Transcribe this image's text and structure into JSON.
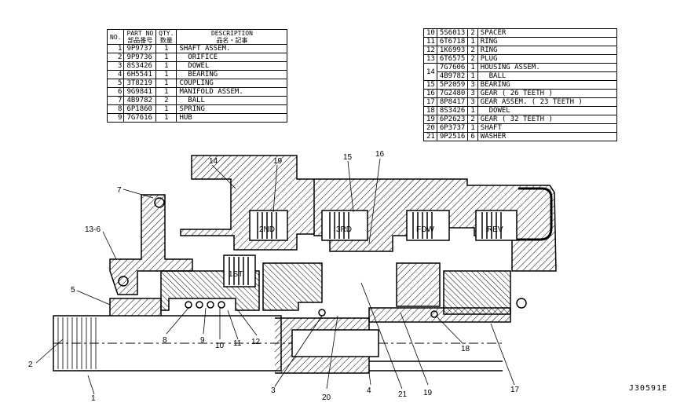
{
  "parts_table_left": {
    "headers": {
      "no": "NO.",
      "part_no": "PART NO",
      "part_no_jp": "部品番号",
      "qty": "QTY.",
      "qty_jp": "数量",
      "desc": "DESCRIPTION",
      "desc_jp": "品名・記事"
    },
    "rows": [
      {
        "no": "1",
        "part": "9P9737",
        "qty": "1",
        "desc": "SHAFT ASSEM."
      },
      {
        "no": "2",
        "part": "9P9736",
        "qty": "1",
        "desc": "  ORIFICE"
      },
      {
        "no": "3",
        "part": "8S3426",
        "qty": "1",
        "desc": "  DOWEL"
      },
      {
        "no": "4",
        "part": "6H5541",
        "qty": "1",
        "desc": "  BEARING"
      },
      {
        "no": "5",
        "part": "3T8219",
        "qty": "1",
        "desc": "COUPLING"
      },
      {
        "no": "6",
        "part": "9G9841",
        "qty": "1",
        "desc": "MANIFOLD ASSEM."
      },
      {
        "no": "7",
        "part": "4B9782",
        "qty": "2",
        "desc": "  BALL"
      },
      {
        "no": "8",
        "part": "6P1860",
        "qty": "1",
        "desc": "SPRING"
      },
      {
        "no": "9",
        "part": "7G7616",
        "qty": "1",
        "desc": "HUB"
      }
    ]
  },
  "parts_table_right": {
    "rows": [
      {
        "no": "10",
        "part": "5S6013",
        "qty": "2",
        "desc": "SPACER"
      },
      {
        "no": "11",
        "part": "6T6718",
        "qty": "1",
        "desc": "RING"
      },
      {
        "no": "12",
        "part": "1K6993",
        "qty": "2",
        "desc": "RING"
      },
      {
        "no": "13",
        "part": "6T6575",
        "qty": "2",
        "desc": "PLUG"
      },
      {
        "no": "14",
        "part": "7G7606",
        "qty": "1",
        "desc": "HOUSING ASSEM."
      },
      {
        "no": "",
        "part": "4B9782",
        "qty": "1",
        "desc": "  BALL"
      },
      {
        "no": "15",
        "part": "5P2059",
        "qty": "3",
        "desc": "BEARING"
      },
      {
        "no": "16",
        "part": "7G2480",
        "qty": "3",
        "desc": "GEAR ( 26 TEETH )"
      },
      {
        "no": "17",
        "part": "8P8417",
        "qty": "3",
        "desc": "GEAR ASSEM. ( 23 TEETH )"
      },
      {
        "no": "18",
        "part": "8S3426",
        "qty": "1",
        "desc": "  DOWEL"
      },
      {
        "no": "19",
        "part": "6P2623",
        "qty": "2",
        "desc": "GEAR ( 32 TEETH )"
      },
      {
        "no": "20",
        "part": "6P3737",
        "qty": "1",
        "desc": "SHAFT"
      },
      {
        "no": "21",
        "part": "9P2516",
        "qty": "6",
        "desc": "WASHER"
      }
    ]
  },
  "clutch_labels": {
    "second": "2ND",
    "third": "3RD",
    "forward": "FDW",
    "reverse": "REV",
    "first": "1ST"
  },
  "callouts": {
    "c1": "1",
    "c2": "2",
    "c3": "3",
    "c4": "4",
    "c5": "5",
    "c7": "7",
    "c8": "8",
    "c9": "9",
    "c10": "10",
    "c11": "11",
    "c12": "12",
    "c13_6": "13-6",
    "c14": "14",
    "c15": "15",
    "c16": "16",
    "c17": "17",
    "c18": "18",
    "c19_top": "19",
    "c19_bottom": "19",
    "c20": "20",
    "c21": "21"
  },
  "figure_id": "J30591E"
}
